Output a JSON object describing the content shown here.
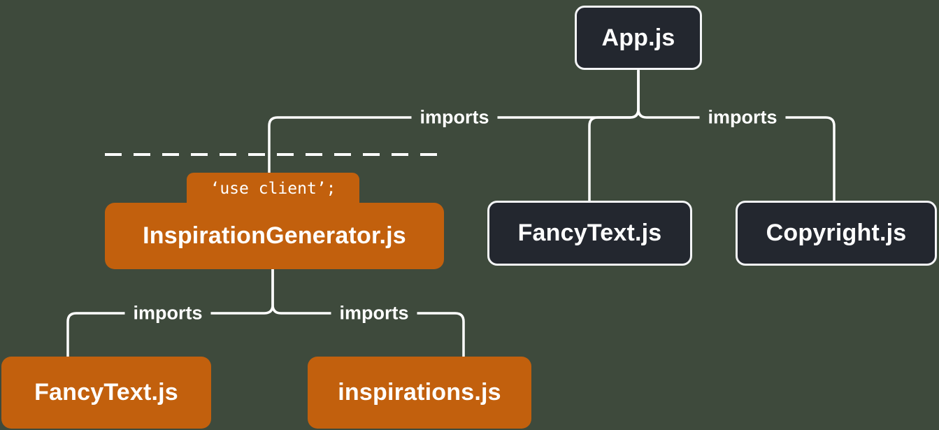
{
  "diagram": {
    "title": "Module dependency tree with use client boundary",
    "nodes": {
      "app": {
        "label": "App.js"
      },
      "fancytext_server": {
        "label": "FancyText.js"
      },
      "copyright": {
        "label": "Copyright.js"
      },
      "inspiration_generator": {
        "label": "InspirationGenerator.js",
        "directive": "‘use client’;"
      },
      "fancytext_client": {
        "label": "FancyText.js"
      },
      "inspirations": {
        "label": "inspirations.js"
      }
    },
    "edge_labels": {
      "app_to_inspiration_generator": "imports",
      "app_to_copyright": "imports",
      "inspiration_generator_to_fancytext": "imports",
      "inspiration_generator_to_inspirations": "imports"
    },
    "colors": {
      "background": "#3E4A3C",
      "server_node_fill": "#23272F",
      "server_node_border": "#F4F5F7",
      "client_node_fill": "#C2600D",
      "connector": "#FFFFFF",
      "text": "#FFFFFF"
    }
  }
}
